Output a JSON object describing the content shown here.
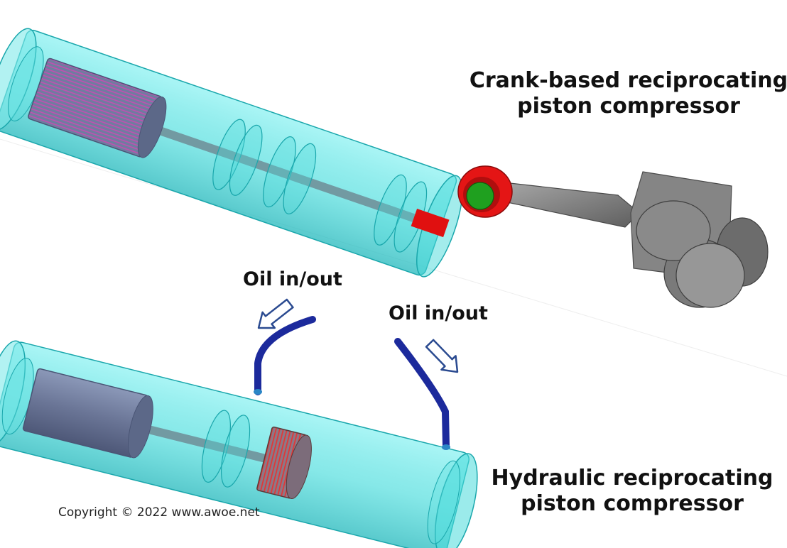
{
  "crank_compressor": {
    "title_line1": "Crank-based reciprocating",
    "title_line2": "piston compressor"
  },
  "hydraulic_compressor": {
    "title_line1": "Hydraulic reciprocating",
    "title_line2": "piston compressor",
    "oil_port_1_label": "Oil in/out",
    "oil_port_2_label": "Oil in/out"
  },
  "copyright": "Copyright © 2022 www.awoe.net",
  "colors": {
    "cylinder": "#36D9D9",
    "cylinder_edge": "#1AA7AC",
    "piston": "#6E7A9A",
    "piston_stripes": "#B050A0",
    "hydraulic_piston_stripes": "#D03030",
    "crosshead": "#E01010",
    "crank_pin": "#1FA01F",
    "oil_tube": "#1C2A9C",
    "arrow": "#2A4A90",
    "crank_metal": "#7F7F7F"
  }
}
